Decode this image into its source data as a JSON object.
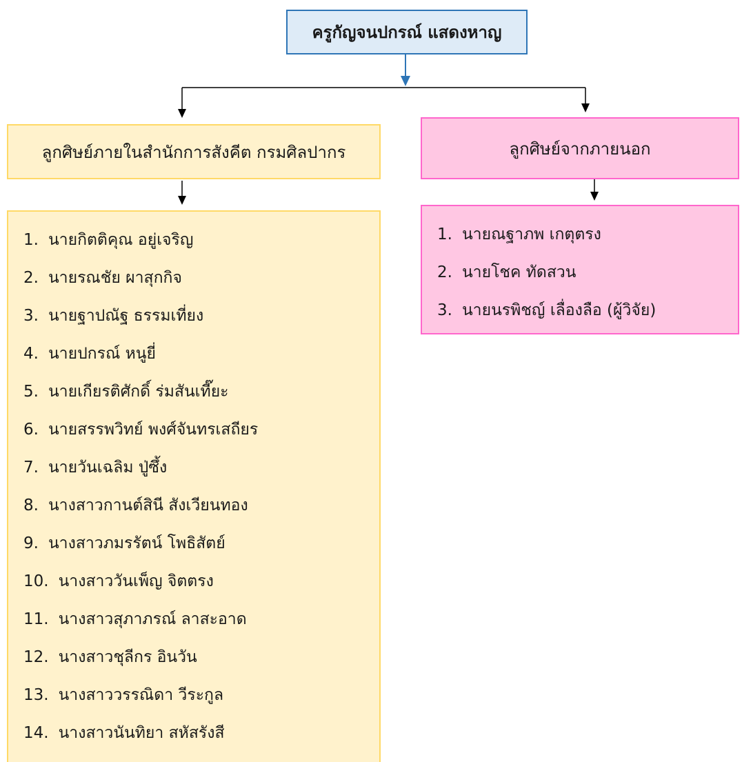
{
  "root": {
    "title": "ครูกัญจนปกรณ์ แสดงหาญ"
  },
  "left_group": {
    "title": "ลูกศิษย์ภายในสำนักการสังคีต กรมศิลปากร",
    "items": [
      {
        "num": "1.",
        "name": "นายกิตติคุณ อยู่เจริญ"
      },
      {
        "num": "2.",
        "name": "นายรณชัย ผาสุกกิจ"
      },
      {
        "num": "3.",
        "name": "นายฐาปณัฐ ธรรมเที่ยง"
      },
      {
        "num": "4.",
        "name": "นายปกรณ์ หนูยี่"
      },
      {
        "num": "5.",
        "name": "นายเกียรติศักดิ์ ร่มสันเที๊ยะ"
      },
      {
        "num": "6.",
        "name": "นายสรรพวิทย์ พงศ์จันทรเสถียร"
      },
      {
        "num": "7.",
        "name": "นายวันเฉลิม  ปู่ซึ้ง"
      },
      {
        "num": "8.",
        "name": "นางสาวกานต์สินี สังเวียนทอง"
      },
      {
        "num": "9.",
        "name": "นางสาวภมรรัตน์ โพธิสัตย์"
      },
      {
        "num": "10.",
        "name": "นางสาววันเพ็ญ  จิตตรง"
      },
      {
        "num": "11.",
        "name": "นางสาวสุภาภรณ์  ลาสะอาด"
      },
      {
        "num": "12.",
        "name": "นางสาวชุลีกร  อินวัน"
      },
      {
        "num": "13.",
        "name": "นางสาววรรณิดา  วีระกูล"
      },
      {
        "num": "14.",
        "name": "นางสาวนันทิยา สหัสรังสี"
      }
    ]
  },
  "right_group": {
    "title": "ลูกศิษย์จากภายนอก",
    "items": [
      {
        "num": "1.",
        "name": "นายณฐาภพ เกตุตรง"
      },
      {
        "num": "2.",
        "name": "นายโชค ทัดสวน"
      },
      {
        "num": "3.",
        "name": "นายนรพิชญ์  เลื่องลือ (ผู้วิจัย)"
      }
    ]
  },
  "colors": {
    "root_fill": "#deebf7",
    "root_border": "#2e75b6",
    "left_fill": "#fff2cc",
    "left_border": "#ffd966",
    "right_fill": "#ffc7e3",
    "right_border": "#ff66cc",
    "connector": "#000000",
    "root_arrow": "#2e75b6"
  }
}
